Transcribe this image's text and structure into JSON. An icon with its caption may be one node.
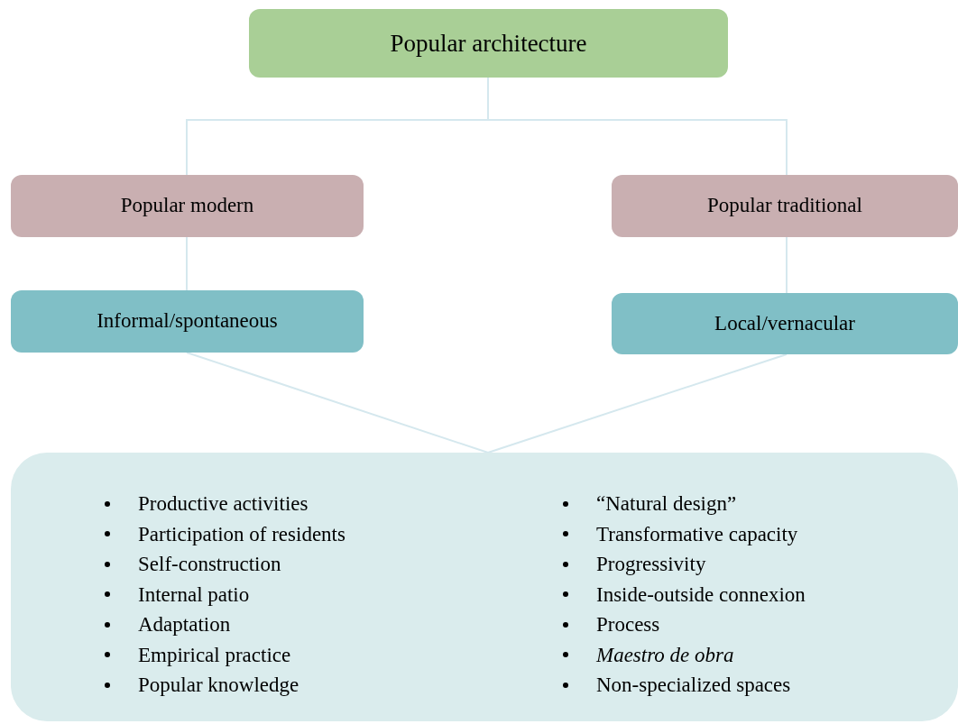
{
  "diagram": {
    "nodes": [
      {
        "text": [
          "Popular architecture"
        ]
      },
      {
        "text": [
          "Popular modern"
        ]
      },
      {
        "text": [
          "Popular traditional"
        ]
      },
      {
        "text": [
          "Informal/spontaneous"
        ]
      },
      {
        "text": [
          "Local/vernacular"
        ]
      },
      {
        "text": [
          "Productive activities",
          "Participation of residents",
          "Self-construction",
          "Internal patio",
          "Adaptation",
          "Empirical practice",
          "Popular knowledge",
          "“Natural design”",
          "Transformative capacity",
          "Progressivity",
          "Inside-outside connexion",
          "Process",
          "*Maestro de obra*",
          "Non-specialized spaces"
        ]
      }
    ],
    "edges": [
      {
        "from": 0,
        "to": 1,
        "arrow": "none"
      },
      {
        "from": 0,
        "to": 2,
        "arrow": "none"
      },
      {
        "from": 1,
        "to": 3,
        "arrow": "none"
      },
      {
        "from": 2,
        "to": 4,
        "arrow": "none"
      },
      {
        "from": 3,
        "to": 5,
        "arrow": "none"
      },
      {
        "from": 4,
        "to": 5,
        "arrow": "none"
      }
    ]
  }
}
